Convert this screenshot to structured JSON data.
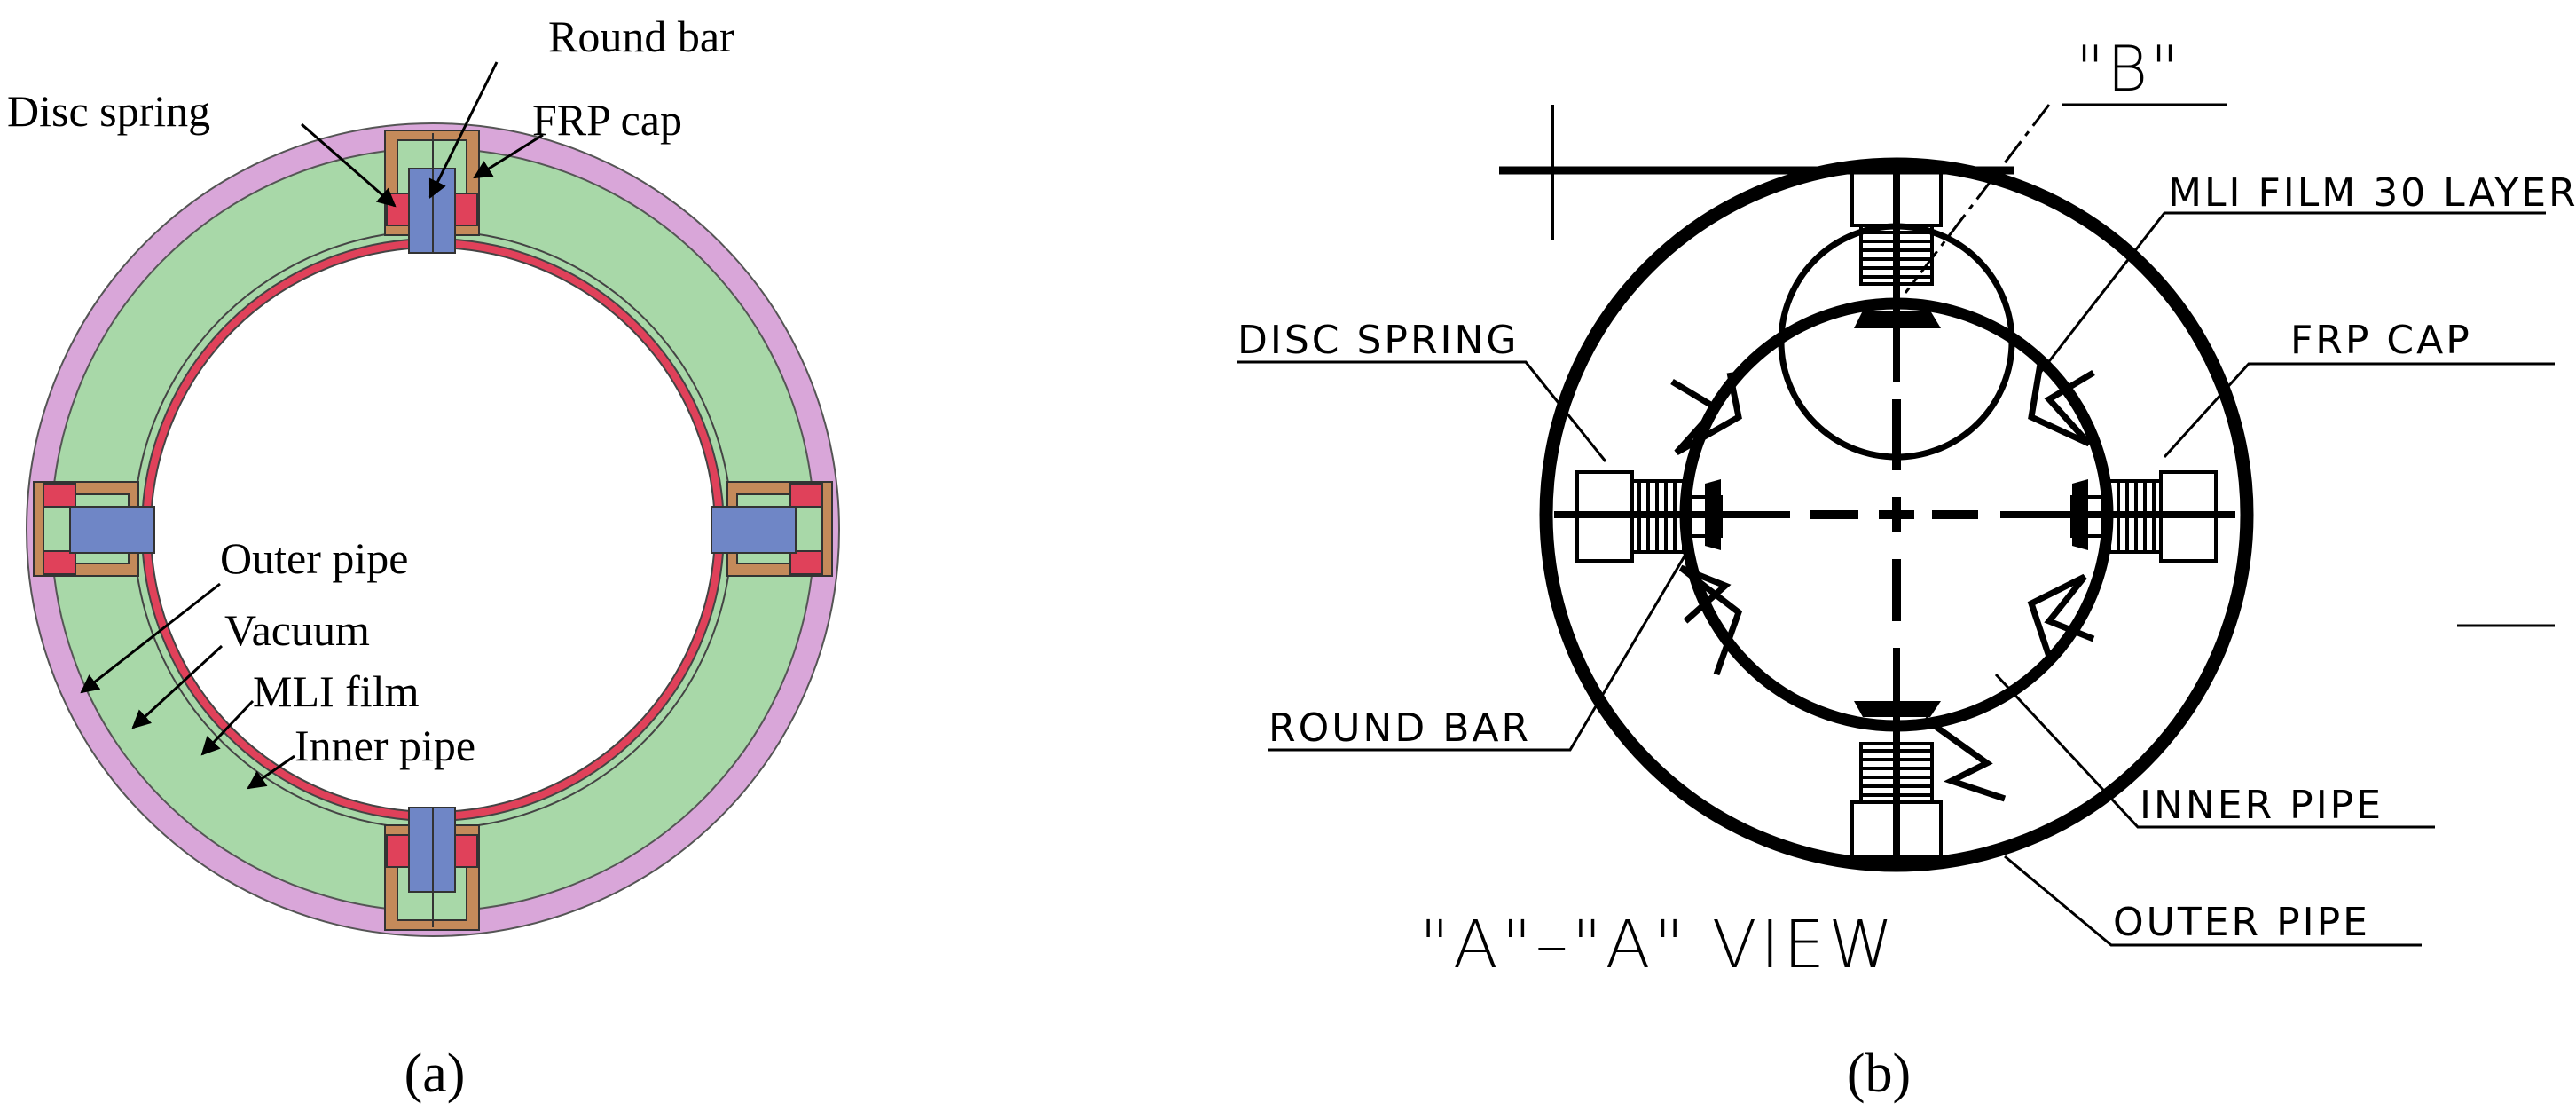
{
  "panel_a": {
    "caption": "(a)",
    "labels": {
      "round_bar": "Round bar",
      "disc_spring": "Disc spring",
      "frp_cap": "FRP cap",
      "outer_pipe": "Outer pipe",
      "vacuum": "Vacuum",
      "mli_film": "MLI film",
      "inner_pipe": "Inner pipe"
    },
    "colors": {
      "outer_pipe": "#d9a6d9",
      "vacuum": "#a8d8a8",
      "mli_film": "#e0415a",
      "inner_pipe": "#e0415a",
      "round_bar": "#6f86c6",
      "disc_spring": "#e0415a",
      "frp_cap": "#c48a5a"
    }
  },
  "panel_b": {
    "caption": "(b)",
    "labels": {
      "view_b": "\"B\"",
      "mli_film": "MLI FILM 30 LAYER",
      "disc_spring": "DISC SPRING",
      "frp_cap": "FRP CAP",
      "round_bar": "ROUND BAR",
      "inner_pipe": "INNER PIPE",
      "outer_pipe": "OUTER PIPE",
      "view_title": "\"A\"–\"A\" VIEW"
    }
  }
}
